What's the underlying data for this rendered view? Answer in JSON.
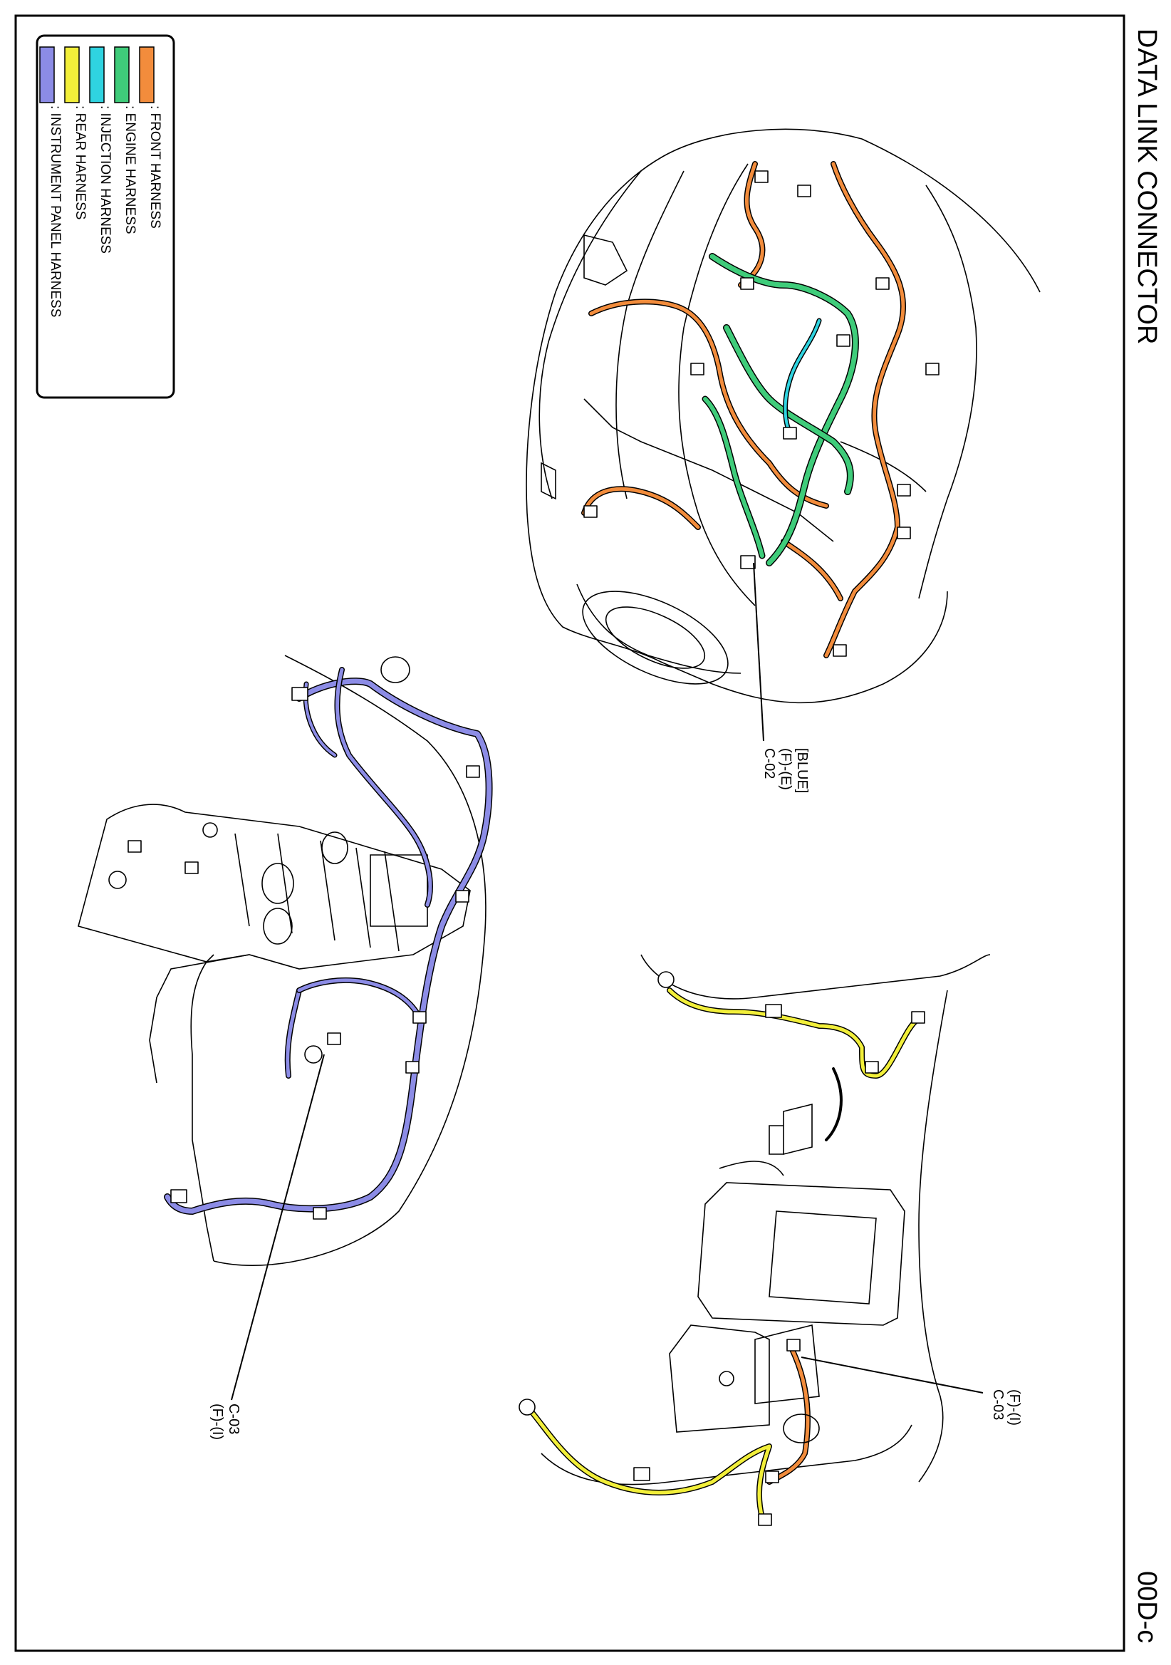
{
  "page": {
    "title": "DATA LINK CONNECTOR",
    "page_code": "00D-c"
  },
  "legend": {
    "items": [
      {
        "label": ": FRONT HARNESS",
        "color": "#f28c3c"
      },
      {
        "label": ": ENGINE HARNESS",
        "color": "#3fcc7a"
      },
      {
        "label": ": INJECTION HARNESS",
        "color": "#2fd3e0"
      },
      {
        "label": ": REAR HARNESS",
        "color": "#f2ef3a"
      },
      {
        "label": ": INSTRUMENT PANEL HARNESS",
        "color": "#8c8ce6"
      }
    ]
  },
  "callouts": {
    "engine_connector": {
      "line1": "[BLUE]",
      "line2": "(F)-(E)",
      "line3": "C-02"
    },
    "dash_connector": {
      "line1": "C-03",
      "line2": "(F)-(I)"
    },
    "floor_connector": {
      "line1": "(F)-(I)",
      "line2": "C-03"
    }
  },
  "harness_colors": {
    "front": "#f28c3c",
    "engine": "#3fcc7a",
    "injection": "#2fd3e0",
    "rear": "#f2ef3a",
    "instrument": "#8c8ce6"
  },
  "icons": [
    "legend-box",
    "connector-icon",
    "ground-circle-icon"
  ]
}
